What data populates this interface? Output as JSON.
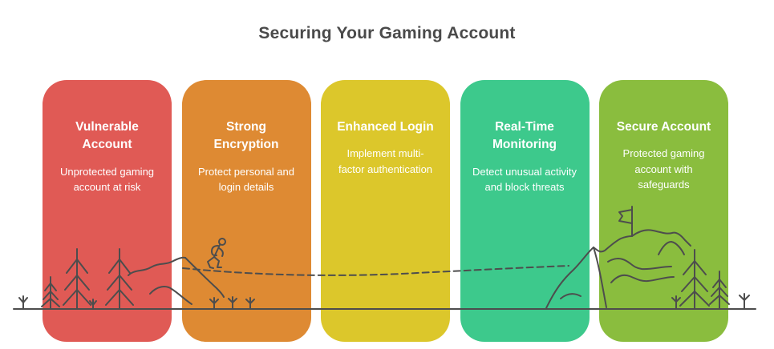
{
  "title": "Securing Your Gaming Account",
  "colors": {
    "title_text": "#4a4a4a",
    "card_text": "#ffffff",
    "line_art": "#4d4d4d"
  },
  "cards": [
    {
      "id": "vulnerable-account",
      "color": "#e05a55",
      "title": "Vulnerable\nAccount",
      "description": "Unprotected gaming\naccount at risk"
    },
    {
      "id": "strong-encryption",
      "color": "#de8a33",
      "title": "Strong\nEncryption",
      "description": "Protect personal and\nlogin details"
    },
    {
      "id": "enhanced-login",
      "color": "#dcc72b",
      "title": "Enhanced Login",
      "description": "Implement multi-\nfactor authentication"
    },
    {
      "id": "real-time-monitoring",
      "color": "#3dc98c",
      "title": "Real-Time\nMonitoring",
      "description": "Detect unusual activity\nand block threats"
    },
    {
      "id": "secure-account",
      "color": "#8abd3e",
      "title": "Secure Account",
      "description": "Protected gaming\naccount with\nsafeguards"
    }
  ],
  "scene": {
    "stroke_color": "#4d4d4d",
    "elements": [
      "ground-line",
      "pine-tree-icon",
      "sprout-icon",
      "mountain-icon",
      "hiker-icon",
      "trail-dashed-line",
      "flag-icon"
    ]
  }
}
